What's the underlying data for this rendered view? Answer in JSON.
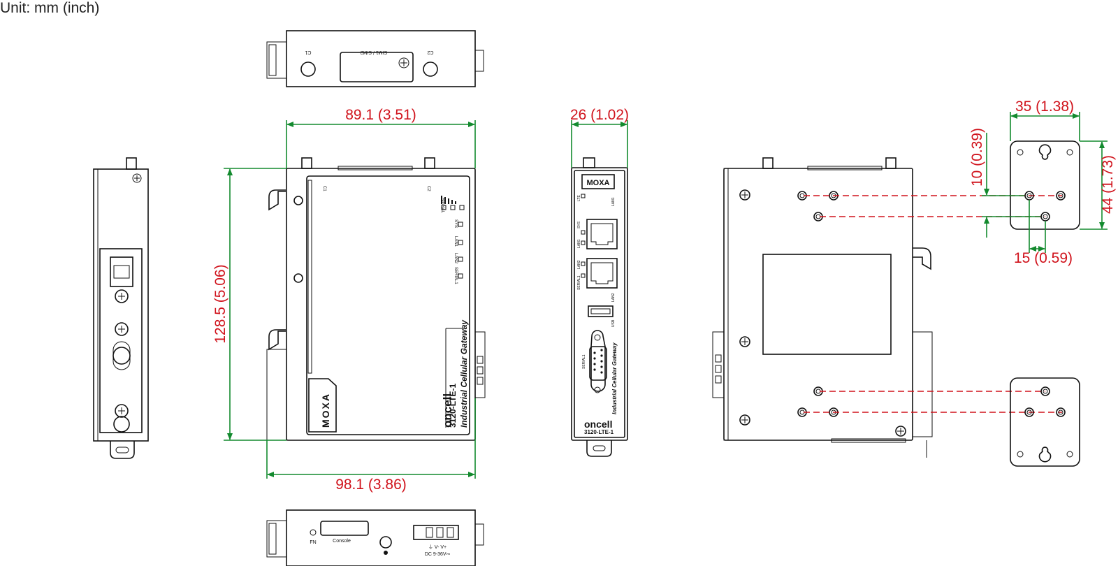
{
  "unit_note": "Unit: mm (inch)",
  "dimensions": {
    "width_front": "89.1 (3.51)",
    "width_bottom": "98.1 (3.86)",
    "height": "128.5 (5.06)",
    "depth": "26 (1.02)",
    "bracket_width": "35 (1.38)",
    "bracket_offset": "10 (0.39)",
    "bracket_height": "44 (1.73)",
    "bracket_hole_spacing": "15 (0.59)"
  },
  "top_view": {
    "c1": "C1",
    "sim": "SIM1 / SIM2",
    "c2": "C2"
  },
  "front_view": {
    "c1": "C1",
    "c2": "C2",
    "leds": [
      "SIGNAL",
      "SYS",
      "LAN1",
      "LAN2",
      "SERIAL1"
    ],
    "brand": "MOXA",
    "series": "oncell",
    "model": "3120-LTE-1",
    "product": "Industrial Cellular Gateway"
  },
  "side_view": {
    "brand": "MOXA",
    "led_labels": [
      "LTE",
      "SYS",
      "LAN1",
      "LAN2",
      "SERIAL1"
    ],
    "lan1": "LAN1",
    "lan2": "LAN2",
    "usb": "USB",
    "serial": "SERIAL1",
    "product": "Industrial Cellular Gateway",
    "series": "oncell",
    "model": "3120-LTE-1"
  },
  "bottom_view": {
    "fn": "FN",
    "console": "Console",
    "power_terminals": "⏚ V- V+",
    "power_rating": "DC 9-36V⎓"
  },
  "colors": {
    "dimension_line": "#138a2e",
    "dimension_text": "#d0121b",
    "outline": "#111111"
  }
}
